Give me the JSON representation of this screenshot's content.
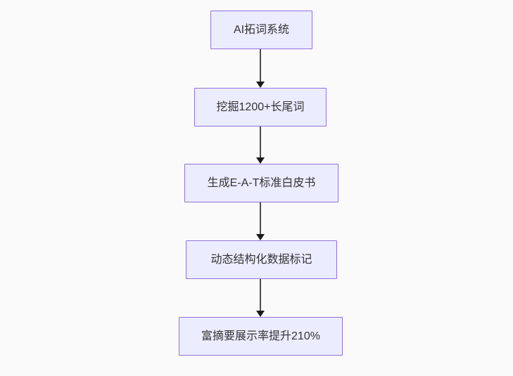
{
  "flowchart": {
    "type": "flowchart",
    "direction": "top-down",
    "nodes": [
      {
        "id": "n1",
        "label": "AI拓词系统"
      },
      {
        "id": "n2",
        "label": "挖掘1200+长尾词"
      },
      {
        "id": "n3",
        "label": "生成E-A-T标准白皮书"
      },
      {
        "id": "n4",
        "label": "动态结构化数据标记"
      },
      {
        "id": "n5",
        "label": "富摘要展示率提升210%"
      }
    ],
    "edges": [
      {
        "from": "n1",
        "to": "n2",
        "style": "arrow-down"
      },
      {
        "from": "n2",
        "to": "n3",
        "style": "arrow-down"
      },
      {
        "from": "n3",
        "to": "n4",
        "style": "arrow-down"
      },
      {
        "from": "n4",
        "to": "n5",
        "style": "arrow-down"
      }
    ],
    "colors": {
      "background": "#fafafa",
      "node_fill": "#ececff",
      "node_border": "#9370db",
      "node_text": "#333333",
      "arrow_line": "#4d4d4d",
      "arrow_head": "#1a1a1a"
    }
  }
}
